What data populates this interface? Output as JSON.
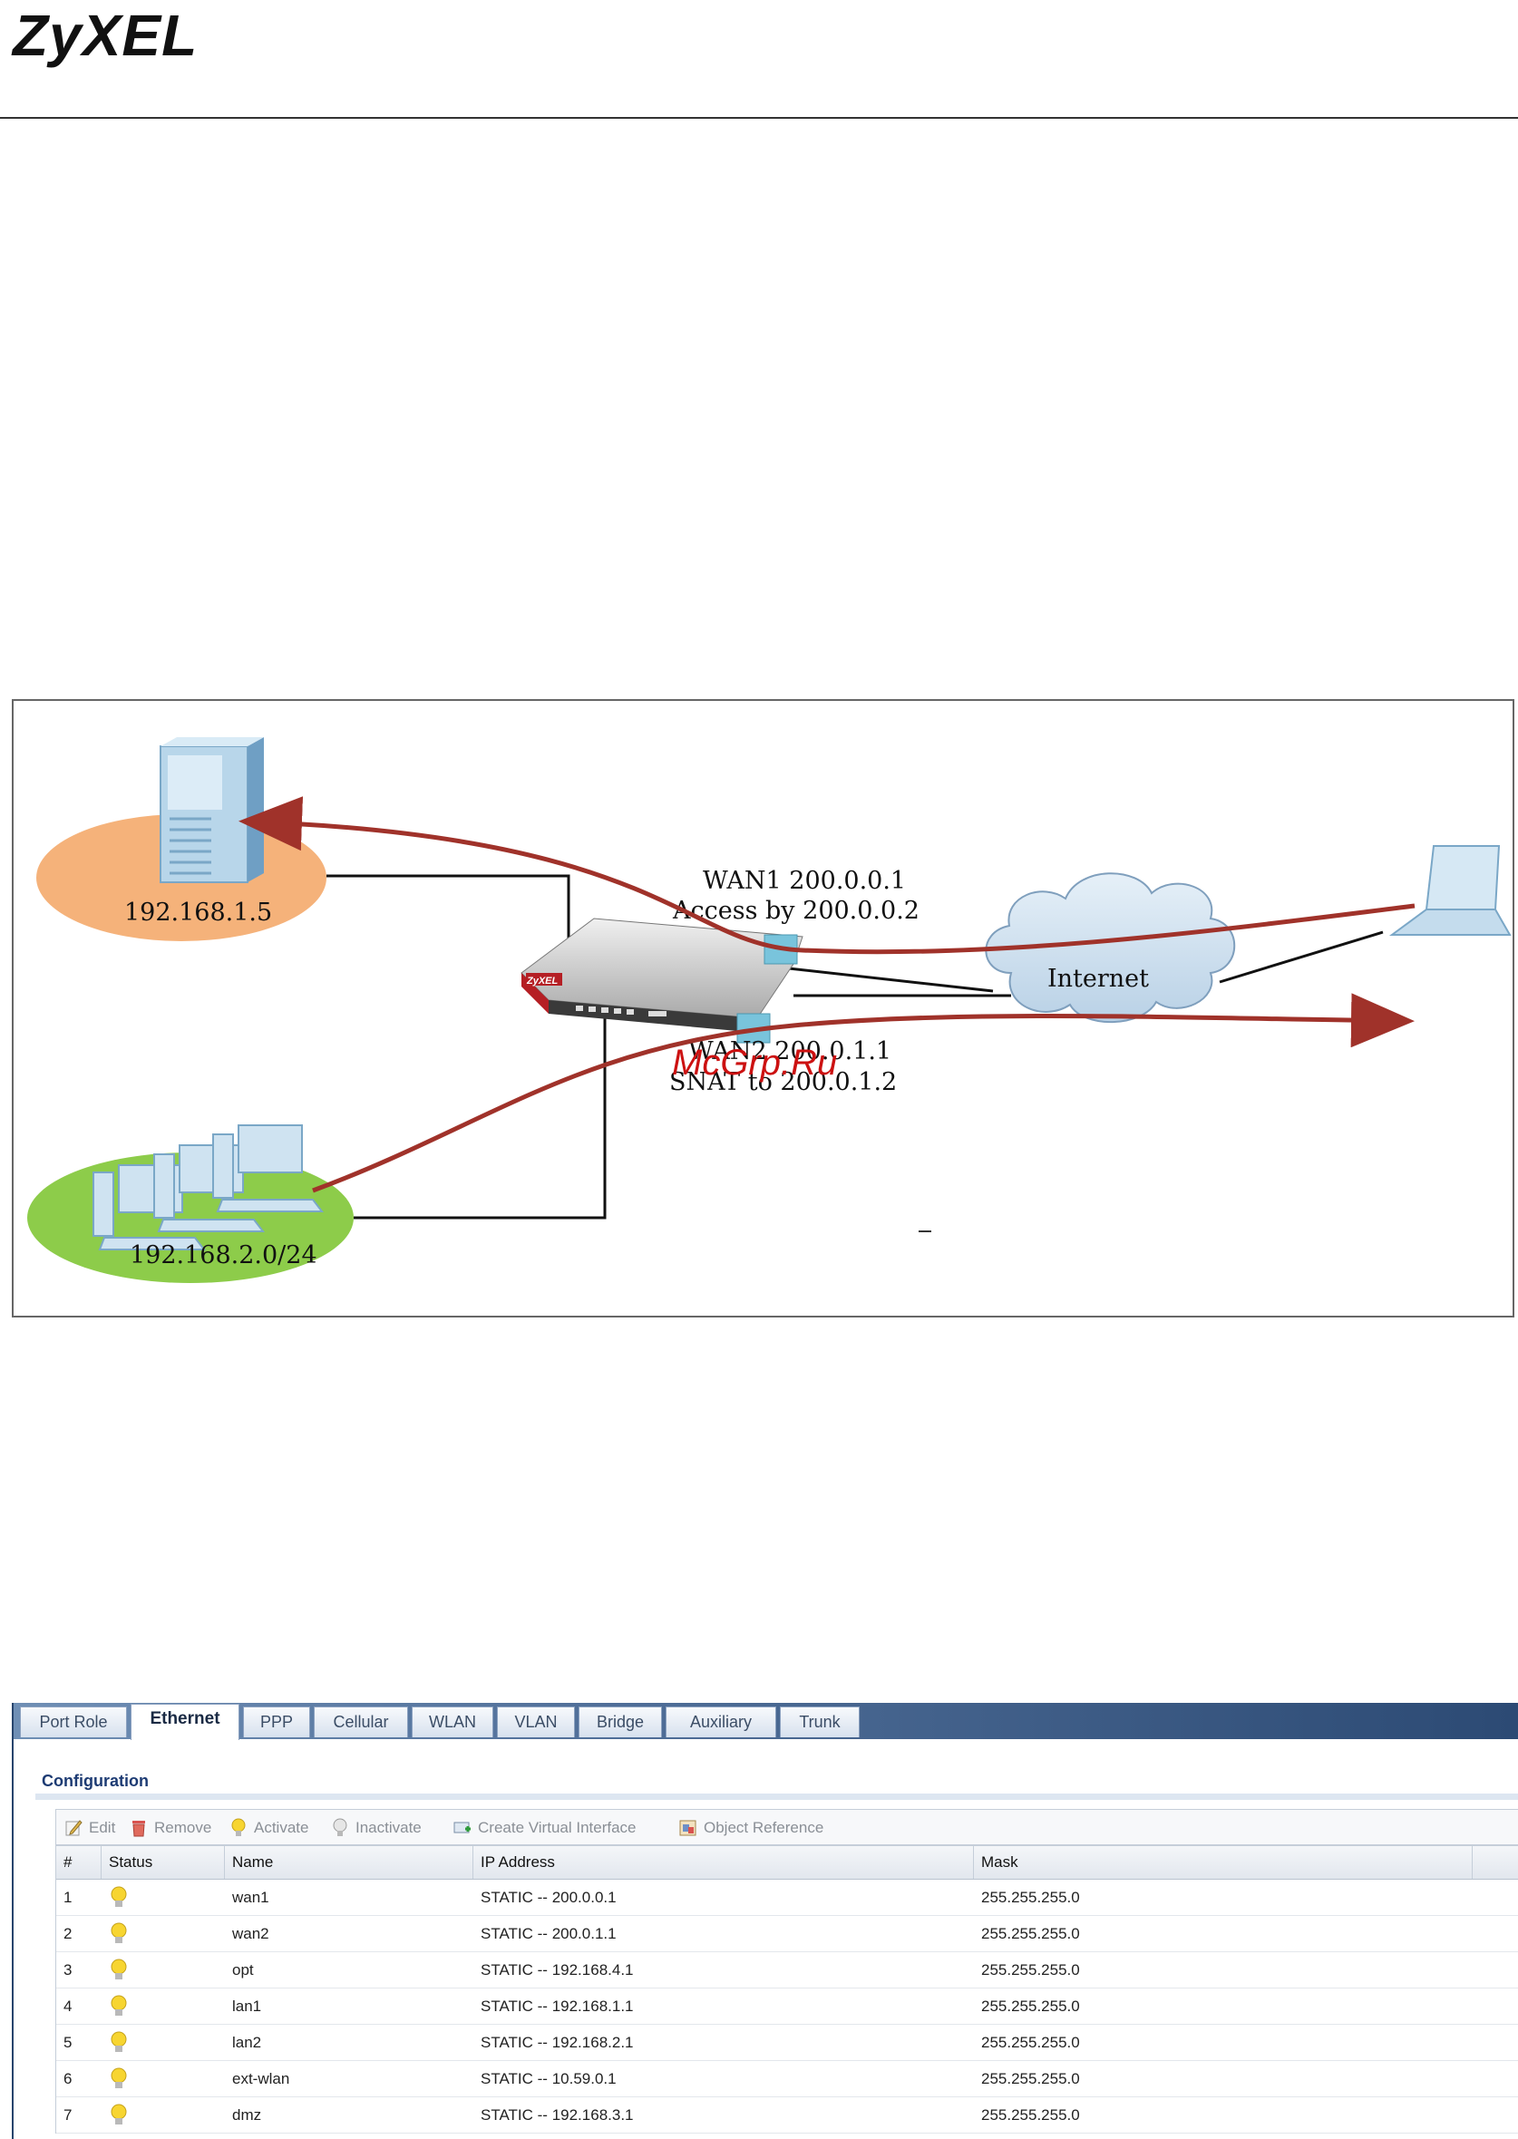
{
  "header": {
    "logo_text": "ZyXEL"
  },
  "diagram": {
    "server_subnet": "192.168.1.5",
    "lan_subnet": "192.168.2.0/24",
    "wan1_line1": "WAN1 200.0.0.1",
    "wan1_line2": "Access by 200.0.0.2",
    "wan2_line1": "WAN2 200.0.1.1",
    "wan2_line2": "SNAT to 200.0.1.2",
    "internet_label": "Internet",
    "device_brand": "ZyXEL",
    "watermark": "McGrp.Ru",
    "colors": {
      "server_zone": "#f5b27a",
      "lan_zone": "#8dcc4a",
      "arrow": "#a0322a",
      "port": "#79c4dc"
    }
  },
  "ui": {
    "tabs": [
      {
        "label": "Port Role",
        "active": false
      },
      {
        "label": "Ethernet",
        "active": true
      },
      {
        "label": "PPP",
        "active": false
      },
      {
        "label": "Cellular",
        "active": false
      },
      {
        "label": "WLAN",
        "active": false
      },
      {
        "label": "VLAN",
        "active": false
      },
      {
        "label": "Bridge",
        "active": false
      },
      {
        "label": "Auxiliary",
        "active": false
      },
      {
        "label": "Trunk",
        "active": false
      }
    ],
    "section_title": "Configuration",
    "toolbar": {
      "edit": "Edit",
      "remove": "Remove",
      "activate": "Activate",
      "inactivate": "Inactivate",
      "create_virtual": "Create Virtual Interface",
      "object_reference": "Object Reference"
    },
    "columns": {
      "num": "#",
      "status": "Status",
      "name": "Name",
      "ip": "IP Address",
      "mask": "Mask"
    },
    "rows": [
      {
        "num": "1",
        "name": "wan1",
        "ip": "STATIC -- 200.0.0.1",
        "mask": "255.255.255.0"
      },
      {
        "num": "2",
        "name": "wan2",
        "ip": "STATIC -- 200.0.1.1",
        "mask": "255.255.255.0"
      },
      {
        "num": "3",
        "name": "opt",
        "ip": "STATIC -- 192.168.4.1",
        "mask": "255.255.255.0"
      },
      {
        "num": "4",
        "name": "lan1",
        "ip": "STATIC -- 192.168.1.1",
        "mask": "255.255.255.0"
      },
      {
        "num": "5",
        "name": "lan2",
        "ip": "STATIC -- 192.168.2.1",
        "mask": "255.255.255.0"
      },
      {
        "num": "6",
        "name": "ext-wlan",
        "ip": "STATIC -- 10.59.0.1",
        "mask": "255.255.255.0"
      },
      {
        "num": "7",
        "name": "dmz",
        "ip": "STATIC -- 192.168.3.1",
        "mask": "255.255.255.0"
      }
    ]
  }
}
